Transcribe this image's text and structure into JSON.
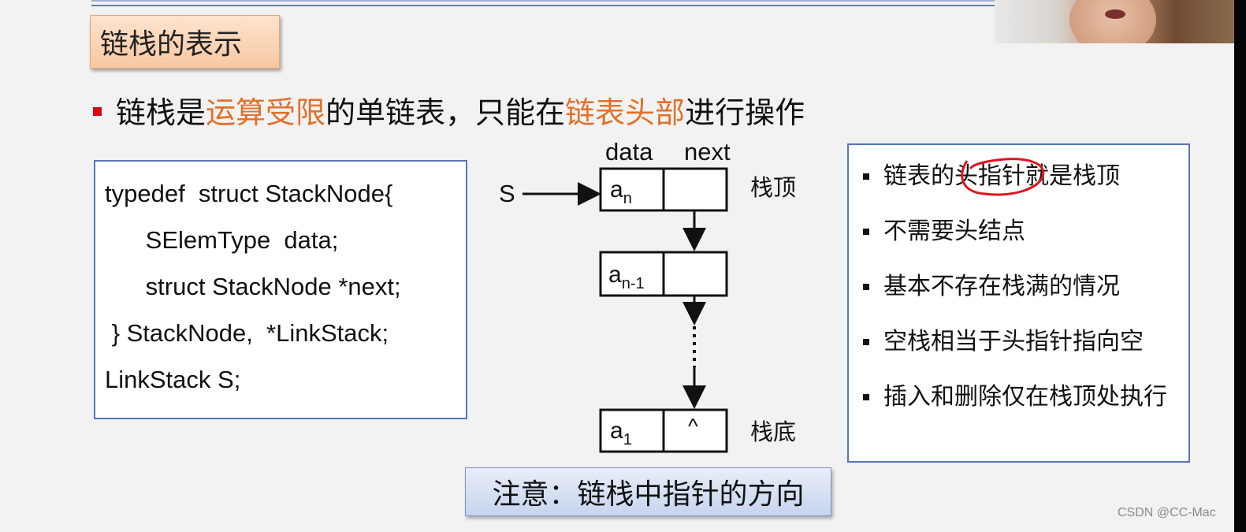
{
  "title": "链栈的表示",
  "main_point": {
    "prefix": "链栈是",
    "hl1": "运算受限",
    "middle": "的单链表，只能在",
    "hl2": "链表头部",
    "suffix": "进行操作"
  },
  "code_lines": [
    "typedef  struct StackNode{",
    "      SElemType  data;",
    "      struct StackNode *next;",
    " } StackNode,  *LinkStack;",
    "LinkStack S;"
  ],
  "diagram": {
    "header_data": "data",
    "header_next": "next",
    "pointer_label": "S",
    "top_label": "栈顶",
    "bottom_label": "栈底",
    "node_top": {
      "base": "a",
      "sub": "n"
    },
    "node_second": {
      "base": "a",
      "sub": "n-1"
    },
    "node_bottom": {
      "base": "a",
      "sub": "1",
      "next_value": "^"
    }
  },
  "note": "注意：链栈中指针的方向",
  "right_items": [
    "链表的头指针就是栈顶",
    "不需要头结点",
    "基本不存在栈满的情况",
    "空栈相当于头指针指向空",
    "插入和删除仅在栈顶处执行"
  ],
  "watermark": "CSDN @CC-Mac",
  "colors": {
    "highlight": "#e0722b",
    "bullet_red": "#e3000f",
    "box_border": "#5777b3",
    "annotation_red": "#e0141e"
  }
}
